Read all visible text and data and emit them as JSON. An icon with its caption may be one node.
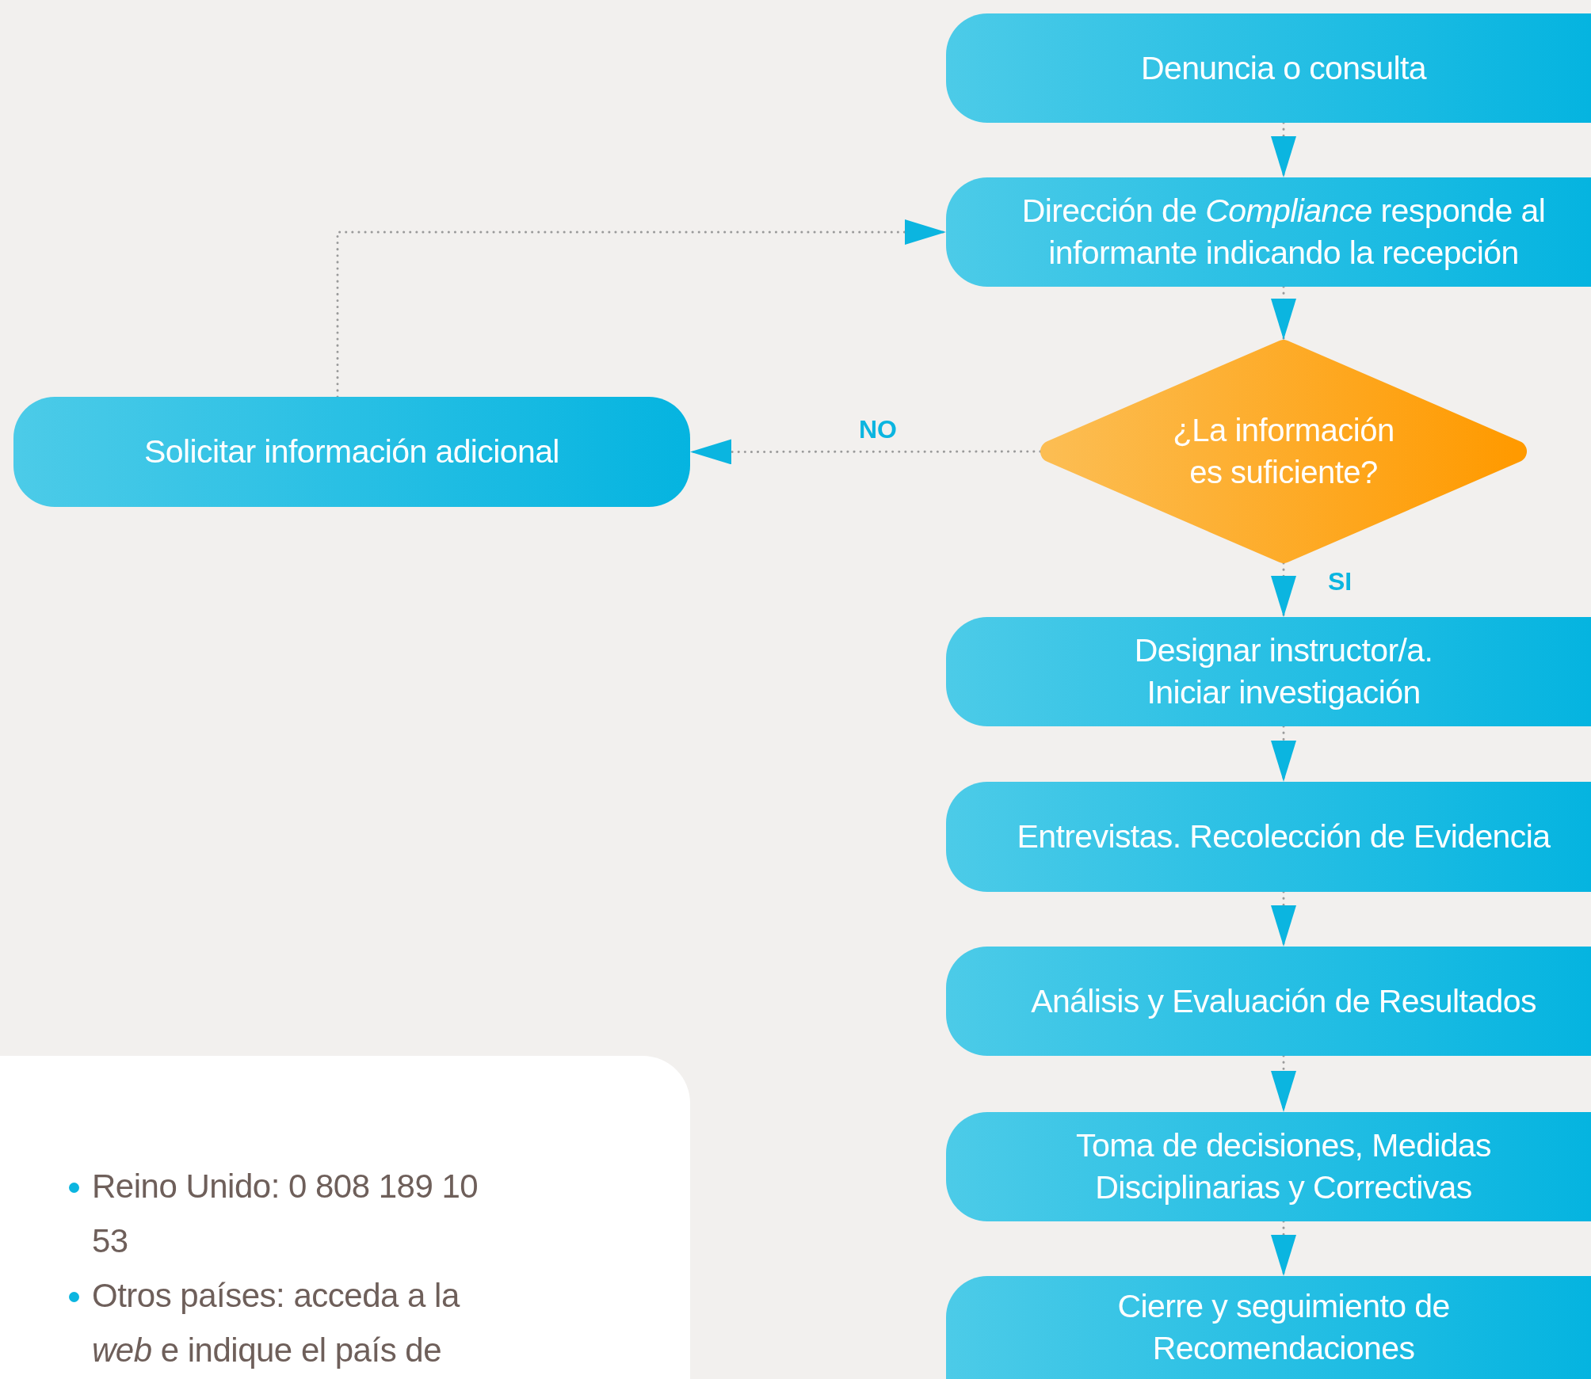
{
  "diagram": {
    "nodes": [
      {
        "text": [
          "Denuncia o consulta"
        ]
      },
      {
        "text": [
          "Dirección de *Compliance* responde al informante indicando la recepción"
        ]
      },
      {
        "text": [
          "¿La información es suficiente?"
        ]
      },
      {
        "text": [
          "Solicitar información adicional"
        ]
      },
      {
        "text": [
          "Designar instructor/a. Iniciar investigación"
        ]
      },
      {
        "text": [
          "Entrevistas. Recolección de Evidencia"
        ]
      },
      {
        "text": [
          "Análisis y Evaluación de Resultados"
        ]
      },
      {
        "text": [
          "Toma de decisiones, Medidas Disciplinarias y Correctivas"
        ]
      },
      {
        "text": [
          "Cierre y seguimiento de Recomendaciones"
        ]
      },
      {
        "text": [
          "Reino Unido: 0 808 189 10 53",
          "Otros países: acceda a la *web* e indique el país de"
        ]
      }
    ],
    "edges": [
      {
        "from": 0,
        "to": 1,
        "arrow": "to"
      },
      {
        "from": 1,
        "to": 2,
        "arrow": "to"
      },
      {
        "from": 2,
        "to": 3,
        "arrow": "to",
        "label": "NO"
      },
      {
        "from": 3,
        "to": 1,
        "arrow": "to"
      },
      {
        "from": 2,
        "to": 4,
        "arrow": "to",
        "label": "SI"
      },
      {
        "from": 4,
        "to": 5,
        "arrow": "to"
      },
      {
        "from": 5,
        "to": 6,
        "arrow": "to"
      },
      {
        "from": 6,
        "to": 7,
        "arrow": "to"
      },
      {
        "from": 7,
        "to": 8,
        "arrow": "to"
      }
    ]
  }
}
